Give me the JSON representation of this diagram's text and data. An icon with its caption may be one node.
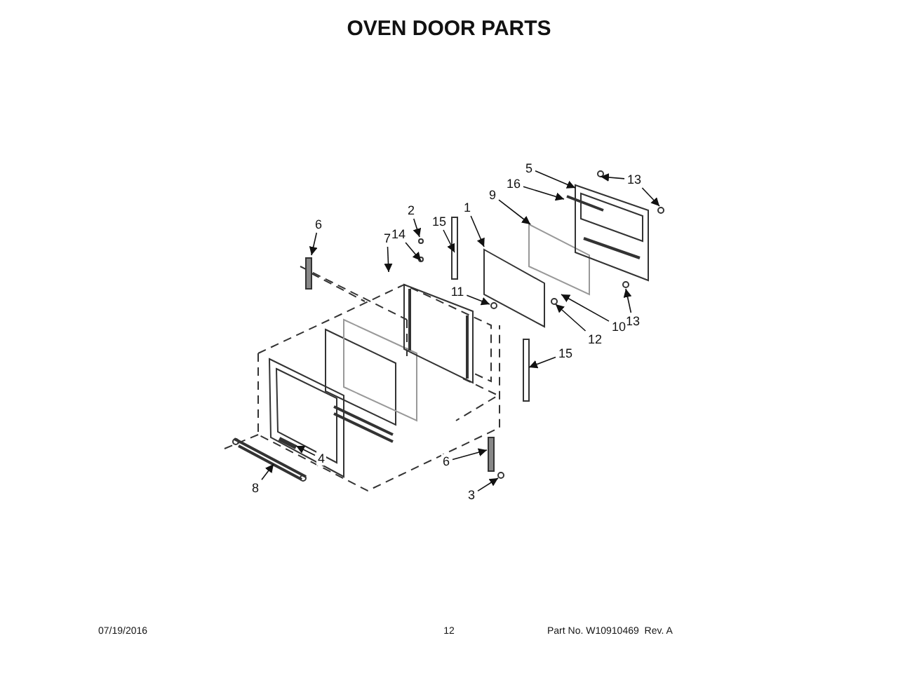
{
  "diagram": {
    "title": "OVEN DOOR PARTS",
    "nodes": [
      {
        "text": [
          "6"
        ]
      },
      {
        "text": [
          "2"
        ]
      },
      {
        "text": [
          "15"
        ]
      },
      {
        "text": [
          "14"
        ]
      },
      {
        "text": [
          "7"
        ]
      },
      {
        "text": [
          "1"
        ]
      },
      {
        "text": [
          "5"
        ]
      },
      {
        "text": [
          "16"
        ]
      },
      {
        "text": [
          "9"
        ]
      },
      {
        "text": [
          "13"
        ]
      },
      {
        "text": [
          "11"
        ]
      },
      {
        "text": [
          "13"
        ]
      },
      {
        "text": [
          "10"
        ]
      },
      {
        "text": [
          "12"
        ]
      },
      {
        "text": [
          "15"
        ]
      },
      {
        "text": [
          "4"
        ]
      },
      {
        "text": [
          "6"
        ]
      },
      {
        "text": [
          "8"
        ]
      },
      {
        "text": [
          "3"
        ]
      }
    ],
    "edges": [
      {
        "from": 0,
        "to": null,
        "arrow": "to"
      },
      {
        "from": 1,
        "to": null,
        "arrow": "to"
      },
      {
        "from": 2,
        "to": null,
        "arrow": "to"
      },
      {
        "from": 3,
        "to": null,
        "arrow": "to"
      },
      {
        "from": 4,
        "to": null,
        "arrow": "to"
      },
      {
        "from": 5,
        "to": null,
        "arrow": "to"
      },
      {
        "from": 6,
        "to": null,
        "arrow": "to"
      },
      {
        "from": 7,
        "to": null,
        "arrow": "to"
      },
      {
        "from": 8,
        "to": null,
        "arrow": "to"
      },
      {
        "from": 9,
        "to": null,
        "arrow": "to"
      },
      {
        "from": 9,
        "to": null,
        "arrow": "to"
      },
      {
        "from": 10,
        "to": null,
        "arrow": "to"
      },
      {
        "from": 11,
        "to": null,
        "arrow": "to"
      },
      {
        "from": 12,
        "to": null,
        "arrow": "to"
      },
      {
        "from": 13,
        "to": null,
        "arrow": "to"
      },
      {
        "from": 14,
        "to": null,
        "arrow": "to"
      },
      {
        "from": 15,
        "to": null,
        "arrow": "to"
      },
      {
        "from": 16,
        "to": null,
        "arrow": "to"
      },
      {
        "from": 17,
        "to": null,
        "arrow": "to"
      },
      {
        "from": 18,
        "to": null,
        "arrow": "to"
      }
    ],
    "labels": [
      "07/19/2016",
      "12",
      "Part No. W10910469  Rev. A"
    ]
  }
}
